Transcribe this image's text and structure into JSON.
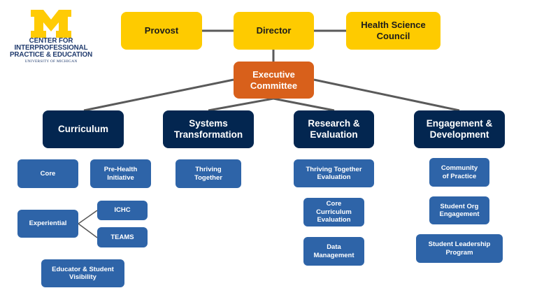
{
  "logo": {
    "icon": "block-m-icon",
    "line1": "CENTER FOR",
    "line2": "INTERPROFESSIONAL",
    "line3": "PRACTICE & EDUCATION",
    "line4": "UNIVERSITY OF MICHIGAN"
  },
  "colors": {
    "gold": "#fecb00",
    "orange": "#d8601b",
    "navy": "#032650",
    "blue": "#2e64a8",
    "connector": "#5a5a5a"
  },
  "top": {
    "provost": "Provost",
    "director": "Director",
    "council": "Health Science\nCouncil"
  },
  "executive": "Executive\nCommittee",
  "divisions": {
    "curriculum": {
      "title": "Curriculum",
      "items": {
        "core": "Core",
        "prehealth": "Pre-Health\nInitiative",
        "experiential": "Experiential",
        "ichc": "ICHC",
        "teams": "TEAMS",
        "educator": "Educator & Student\nVisibility"
      }
    },
    "systems": {
      "title": "Systems\nTransformation",
      "items": {
        "thriving": "Thriving\nTogether"
      }
    },
    "research": {
      "title": "Research &\nEvaluation",
      "items": {
        "tteval": "Thriving Together\nEvaluation",
        "coreeval": "Core\nCurriculum\nEvaluation",
        "data": "Data\nManagement"
      }
    },
    "engagement": {
      "title": "Engagement &\nDevelopment",
      "items": {
        "community": "Community\nof Practice",
        "studentorg": "Student Org\nEngagement",
        "leadership": "Student Leadership\nProgram"
      }
    }
  }
}
